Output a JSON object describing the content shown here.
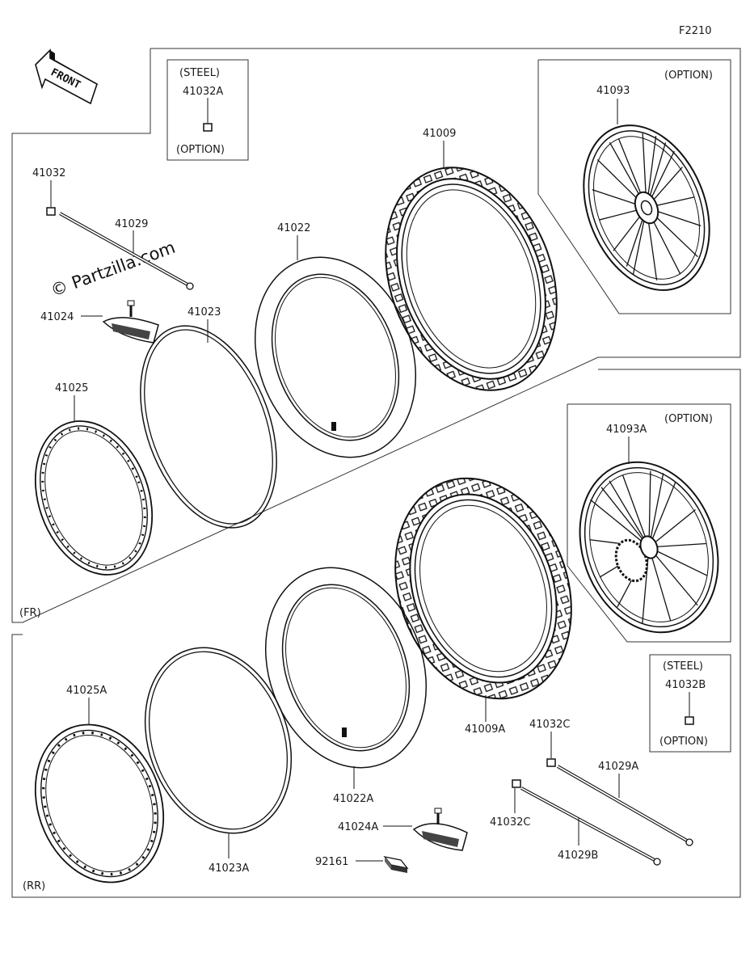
{
  "figure_code": "F2210",
  "watermark": "© Partzilla.com",
  "front_label": "FRONT",
  "sections": {
    "front": "(FR)",
    "rear": "(RR)"
  },
  "inset_steel_front": {
    "top": "(STEEL)",
    "part": "41032A",
    "bottom": "(OPTION)"
  },
  "inset_steel_rear": {
    "top": "(STEEL)",
    "part": "41032B",
    "bottom": "(OPTION)"
  },
  "inset_wheel_front": {
    "note": "(OPTION)",
    "part": "41093"
  },
  "inset_wheel_rear": {
    "note": "(OPTION)",
    "part": "41093A"
  },
  "parts": {
    "p41032": "41032",
    "p41029": "41029",
    "p41024": "41024",
    "p41023": "41023",
    "p41022": "41022",
    "p41025": "41025",
    "p41009": "41009",
    "p41025A": "41025A",
    "p41023A": "41023A",
    "p41022A": "41022A",
    "p41024A": "41024A",
    "p92161": "92161",
    "p41009A": "41009A",
    "p41032C_1": "41032C",
    "p41032C_2": "41032C",
    "p41029A": "41029A",
    "p41029B": "41029B"
  }
}
